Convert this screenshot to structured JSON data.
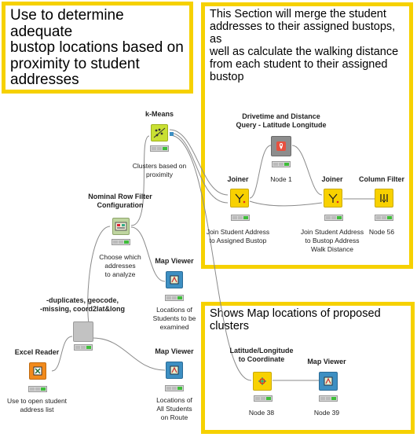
{
  "annotations": {
    "bustop": "Use to determine adequate\nbustop locations based on\nproximity to student\naddresses",
    "merge": "This Section will merge the student\naddresses to their assigned bustops, as\nwell as calculate the walking distance\nfrom each student to their assigned\nbustop",
    "map": "Shows Map locations of proposed\nclusters"
  },
  "nodes": {
    "kmeans": {
      "title": "k-Means",
      "desc": "Clusters based on\nproximity"
    },
    "nominal_filter": {
      "title": "Nominal Row Filter\nConfiguration",
      "desc": "Choose which\naddresses\nto analyze"
    },
    "map_viewer_1": {
      "title": "Map Viewer",
      "desc": "Locations of\nStudents to be\nexamined"
    },
    "dedup": {
      "title": "-duplicates, geocode,\n-missing, coord2lat&long",
      "desc": ""
    },
    "excel_reader": {
      "title": "Excel Reader",
      "desc": "Use to open student\naddress list"
    },
    "map_viewer_2": {
      "title": "Map Viewer",
      "desc": "Locations of\nAll Students\non Route"
    },
    "drivetime": {
      "title": "Drivetime and Distance\nQuery - Latitude Longitude",
      "desc": "Node 1"
    },
    "joiner_1": {
      "title": "Joiner",
      "desc": "Join Student Address\nto Assigned Bustop"
    },
    "joiner_2": {
      "title": "Joiner",
      "desc": "Join Student Address\nto Bustop Address\nWalk Distance"
    },
    "column_filter": {
      "title": "Column Filter",
      "desc": "Node 56"
    },
    "latlon": {
      "title": "Latitude/Longitude\nto Coordinate",
      "desc": "Node 38"
    },
    "map_viewer_3": {
      "title": "Map Viewer",
      "desc": "Node 39"
    }
  },
  "colors": {
    "annotation_border": "#f6d100",
    "learner": "#c9e033",
    "manipulator": "#f8d100",
    "sink": "#3d8fc2",
    "source": "#f18a1c",
    "metanode": "#c2c2c2",
    "component": "#bfd5a0",
    "status_ok": "#3fbd3a"
  },
  "icons": {
    "kmeans": "kmeans-icon",
    "nominal_filter": "component-icon",
    "map_viewer": "map-icon",
    "dedup": "metanode-icon",
    "excel_reader": "excel-icon",
    "drivetime": "query-icon",
    "joiner": "joiner-icon",
    "column_filter": "column-filter-icon",
    "latlon": "coordinate-icon"
  }
}
